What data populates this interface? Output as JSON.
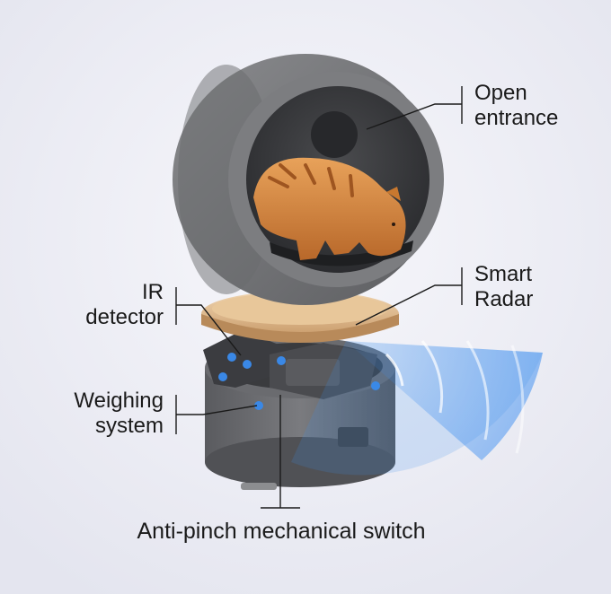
{
  "labels": {
    "open_entrance": [
      "Open",
      "entrance"
    ],
    "smart_radar": [
      "Smart",
      "Radar"
    ],
    "ir_detector": [
      "IR",
      "detector"
    ],
    "weighing_system": [
      "Weighing",
      "system"
    ],
    "anti_pinch_switch": "Anti-pinch mechanical switch"
  },
  "colors": {
    "background": "#eff0f6",
    "shell_gray": "#6f7073",
    "ring_gold": "#d9b48a",
    "radar_blue": "#3d8ef0",
    "cat_orange": "#d9883a",
    "text": "#1a1a1a"
  }
}
